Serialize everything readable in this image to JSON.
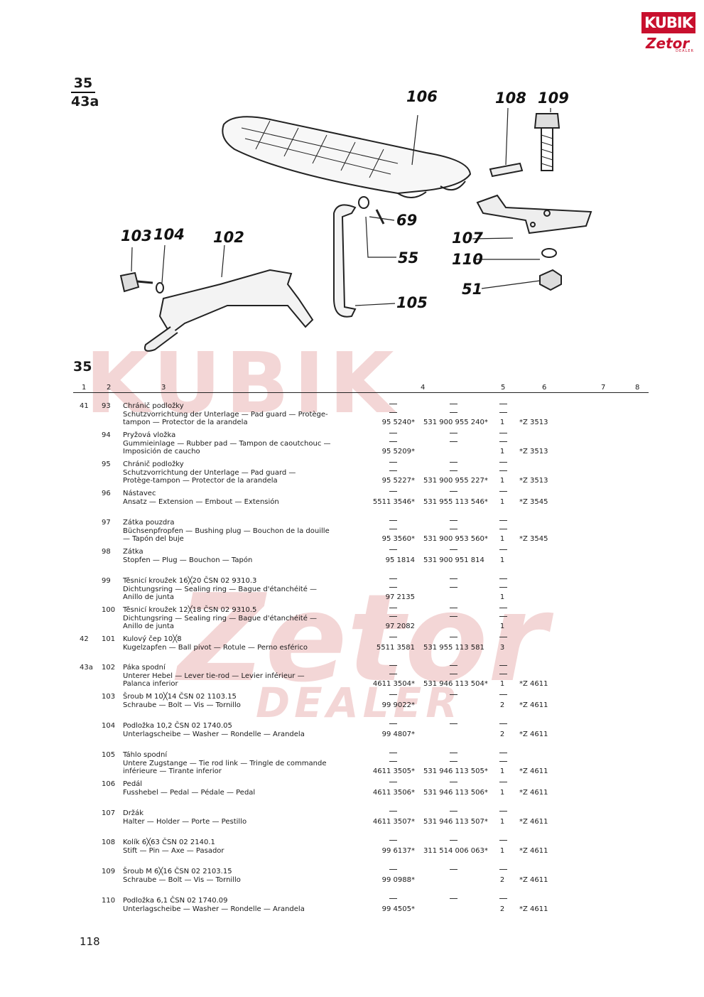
{
  "logo": {
    "brand": "KUBIK",
    "script": "Zetor",
    "dealer": "DEALER"
  },
  "figure_ref": {
    "top": "35",
    "bottom": "43a"
  },
  "callouts": [
    "106",
    "108",
    "109",
    "69",
    "107",
    "55",
    "110",
    "51",
    "105",
    "103",
    "104",
    "102"
  ],
  "section": "35",
  "column_headers": [
    "1",
    "2",
    "3",
    "4",
    "5",
    "6",
    "7",
    "8"
  ],
  "rows": [
    {
      "group": "41",
      "pos": "93",
      "desc": [
        "Chránič podložky",
        "Schutzvorrichtung der Unterlage — Pad guard — Protège-",
        "tampon — Protector de la arandela"
      ],
      "num1": "95 5240*",
      "num2": "531 900 955 240*",
      "qty": "1",
      "note": "*Z 3513"
    },
    {
      "group": "",
      "pos": "94",
      "desc": [
        "Pryžová vložka",
        "Gummieinlage — Rubber pad — Tampon de caoutchouc —",
        "Imposición de caucho"
      ],
      "num1": "95 5209*",
      "num2": "",
      "qty": "1",
      "note": "*Z 3513"
    },
    {
      "group": "",
      "pos": "95",
      "desc": [
        "Chránič podložky",
        "Schutzvorrichtung der Unterlage — Pad guard —",
        "Protège-tampon — Protector de la arandela"
      ],
      "num1": "95 5227*",
      "num2": "531 900 955 227*",
      "qty": "1",
      "note": "*Z 3513"
    },
    {
      "group": "",
      "pos": "96",
      "desc": [
        "Nástavec",
        "Ansatz — Extension — Embout — Extensión"
      ],
      "num1": "5511 3546*",
      "num2": "531 955 113 546*",
      "qty": "1",
      "note": "*Z 3545"
    },
    {
      "group": "",
      "pos": "97",
      "desc": [
        "Zátka pouzdra",
        "Büchsenpfropfen — Bushing plug — Bouchon de la douille",
        "— Tapón del buje"
      ],
      "num1": "95 3560*",
      "num2": "531 900 953 560*",
      "qty": "1",
      "note": "*Z 3545"
    },
    {
      "group": "",
      "pos": "98",
      "desc": [
        "Zátka",
        "Stopfen — Plug — Bouchon — Tapón"
      ],
      "num1": "95 1814",
      "num2": "531 900 951 814",
      "qty": "1",
      "note": ""
    },
    {
      "group": "",
      "pos": "99",
      "desc": [
        "Těsnicí kroužek 16╳20   ČSN 02 9310.3",
        "Dichtungsring — Sealing ring — Bague d'étanchéité —",
        "Anillo de junta"
      ],
      "num1": "97 2135",
      "num2": "",
      "qty": "1",
      "note": ""
    },
    {
      "group": "",
      "pos": "100",
      "desc": [
        "Těsnicí kroužek 12╳18   ČSN 02 9310.5",
        "Dichtungsring — Sealing ring — Bague d'étanchéité —",
        "Anillo de junta"
      ],
      "num1": "97 2082",
      "num2": "",
      "qty": "1",
      "note": ""
    },
    {
      "group": "42",
      "pos": "101",
      "desc": [
        "Kulový čep 10╳8",
        "Kugelzapfen — Ball pivot — Rotule — Perno esférico"
      ],
      "num1": "5511 3581",
      "num2": "531 955 113 581",
      "qty": "3",
      "note": ""
    },
    {
      "group": "43a",
      "pos": "102",
      "desc": [
        "Páka spodní",
        "Unterer Hebel — Lever tie-rod — Levier inférieur —",
        "Palanca inferior"
      ],
      "num1": "4611 3504*",
      "num2": "531 946 113 504*",
      "qty": "1",
      "note": "*Z 4611"
    },
    {
      "group": "",
      "pos": "103",
      "desc": [
        "Šroub M 10╳14   ČSN 02 1103.15",
        "Schraube — Bolt — Vis — Tornillo"
      ],
      "num1": "99 9022*",
      "num2": "",
      "qty": "2",
      "note": "*Z 4611"
    },
    {
      "group": "",
      "pos": "104",
      "desc": [
        "Podložka 10,2   ČSN 02 1740.05",
        "Unterlagscheibe — Washer — Rondelle — Arandela"
      ],
      "num1": "99 4807*",
      "num2": "",
      "qty": "2",
      "note": "*Z 4611"
    },
    {
      "group": "",
      "pos": "105",
      "desc": [
        "Táhlo spodní",
        "Untere Zugstange — Tie rod link — Tringle de commande",
        "inférieure — Tirante inferior"
      ],
      "num1": "4611 3505*",
      "num2": "531 946 113 505*",
      "qty": "1",
      "note": "*Z 4611"
    },
    {
      "group": "",
      "pos": "106",
      "desc": [
        "Pedál",
        "Fusshebel — Pedal — Pédale — Pedal"
      ],
      "num1": "4611 3506*",
      "num2": "531 946 113 506*",
      "qty": "1",
      "note": "*Z 4611"
    },
    {
      "group": "",
      "pos": "107",
      "desc": [
        "Držák",
        "Halter — Holder — Porte — Pestillo"
      ],
      "num1": "4611 3507*",
      "num2": "531 946 113 507*",
      "qty": "1",
      "note": "*Z 4611"
    },
    {
      "group": "",
      "pos": "108",
      "desc": [
        "Kolík 6╳63   ČSN 02 2140.1",
        "Stift — Pin — Axe — Pasador"
      ],
      "num1": "99 6137*",
      "num2": "311 514 006 063*",
      "qty": "1",
      "note": "*Z 4611"
    },
    {
      "group": "",
      "pos": "109",
      "desc": [
        "Šroub M 6╳16   ČSN 02 2103.15",
        "Schraube — Bolt — Vis — Tornillo"
      ],
      "num1": "99 0988*",
      "num2": "",
      "qty": "2",
      "note": "*Z 4611"
    },
    {
      "group": "",
      "pos": "110",
      "desc": [
        "Podložka 6,1   ČSN 02 1740.09",
        "Unterlagscheibe — Washer — Rondelle — Arandela"
      ],
      "num1": "99 4505*",
      "num2": "",
      "qty": "2",
      "note": "*Z 4611"
    }
  ],
  "page_number": "118"
}
